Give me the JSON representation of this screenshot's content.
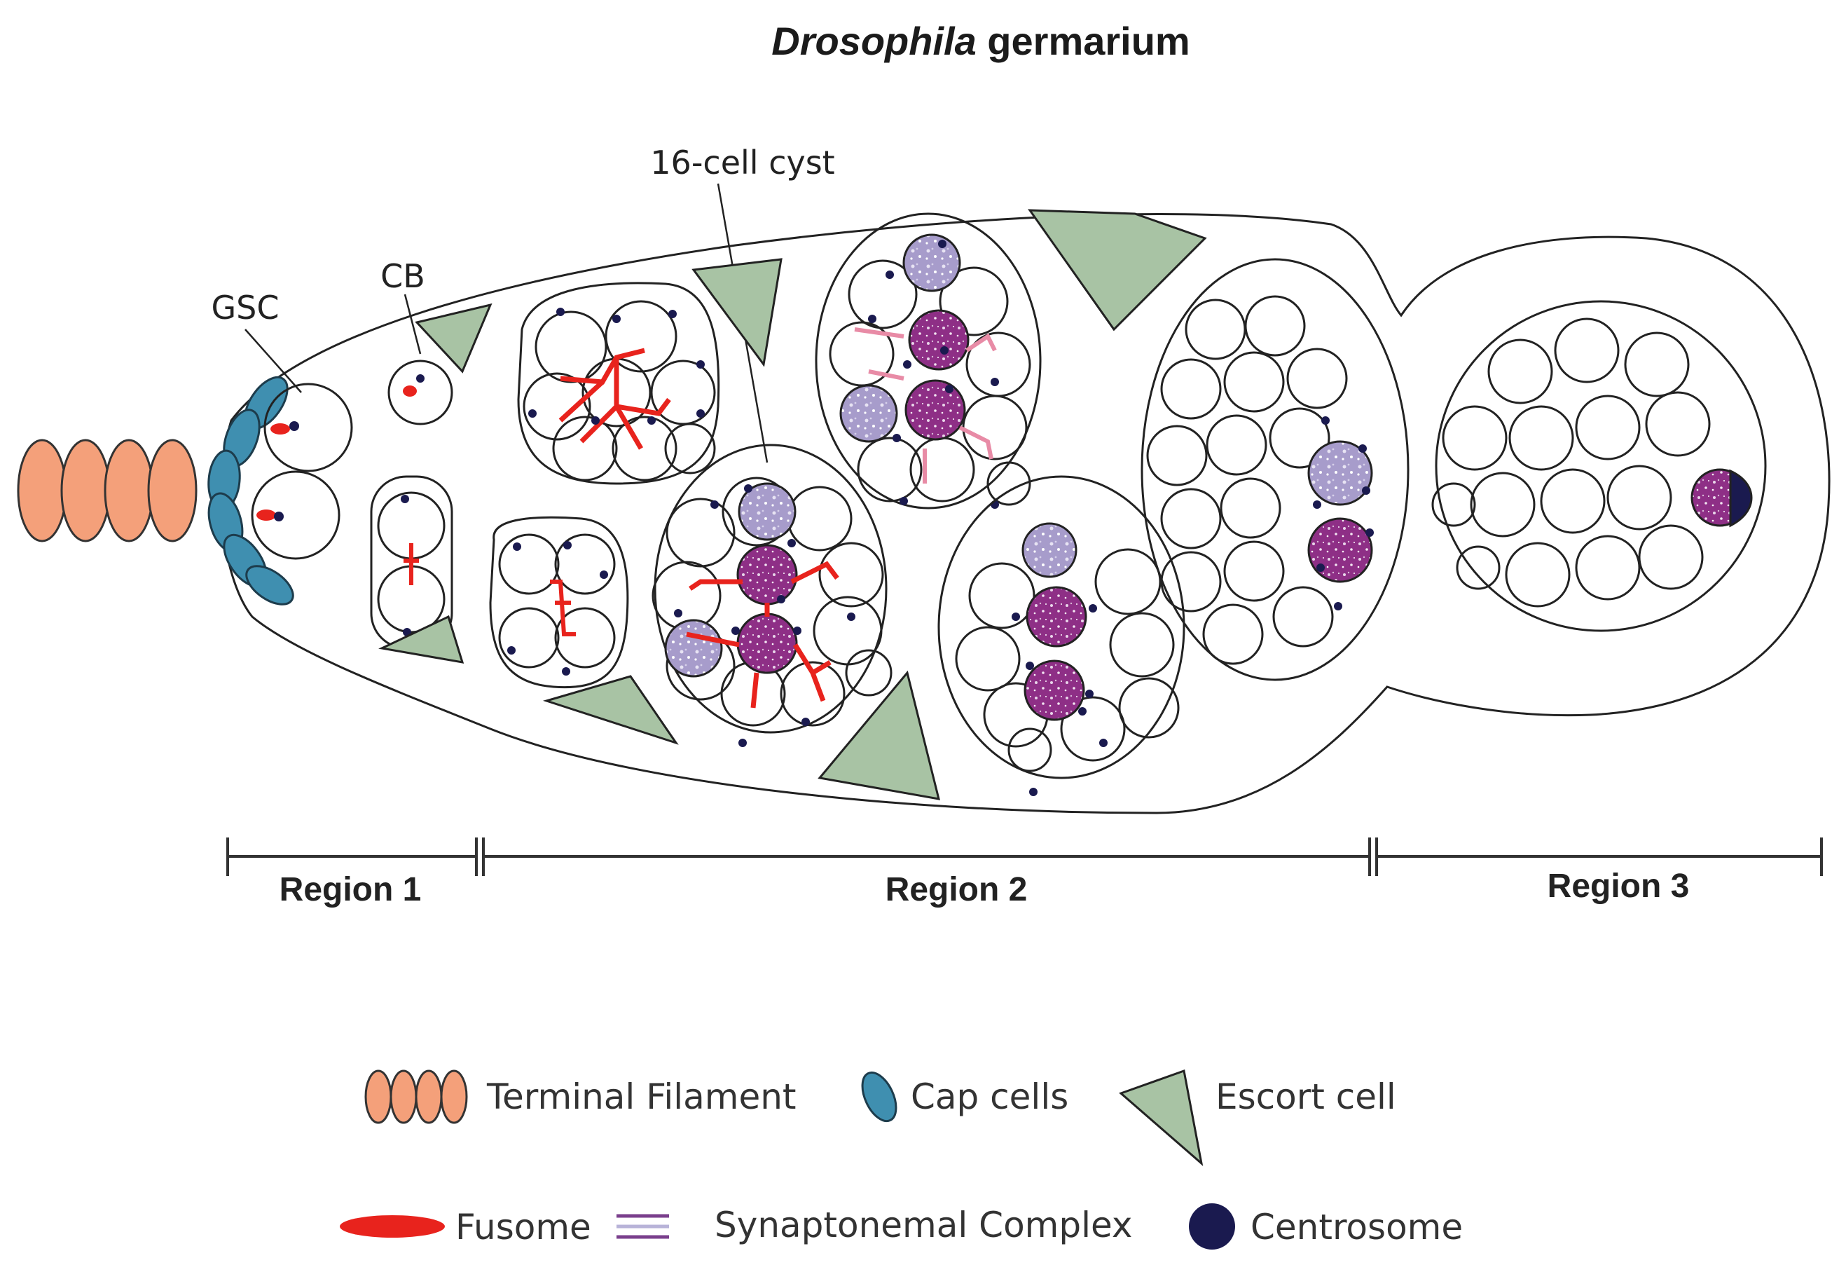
{
  "title": {
    "italic": "Drosophila",
    "rest": " germarium"
  },
  "labels": {
    "gsc": "GSC",
    "cb": "CB",
    "cyst16": "16-cell cyst"
  },
  "regions": [
    {
      "label": "Region 1"
    },
    {
      "label": "Region 2"
    },
    {
      "label": "Region 3"
    }
  ],
  "legend": {
    "terminal_filament": "Terminal Filament",
    "cap_cells": "Cap cells",
    "escort_cell": "Escort cell",
    "fusome": "Fusome",
    "synaptonemal_complex": "Synaptonemal Complex",
    "centrosome": "Centrosome"
  },
  "colors": {
    "terminal_filament": "#F4A07A",
    "cap_cells": "#3F8FB0",
    "escort_cell": "#A8C3A4",
    "fusome": "#E8231D",
    "synaptonemal_light": "#B8B3D8",
    "oocyte_purple": "#8E2F86",
    "centrosome": "#1A1A4F",
    "outline": "#222222"
  }
}
